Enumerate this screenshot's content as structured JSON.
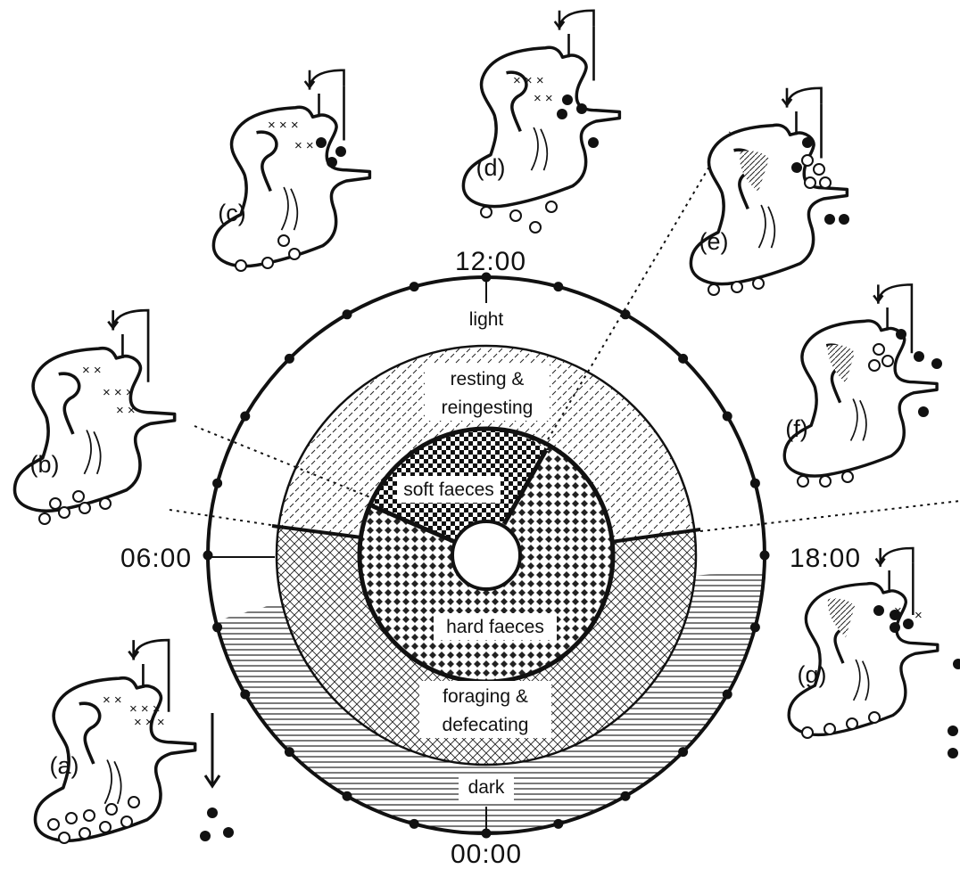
{
  "clock": {
    "times": {
      "top": "12:00",
      "left": "06:00",
      "right": "18:00",
      "bottom": "00:00"
    },
    "period_labels": {
      "light": "light",
      "dark": "dark"
    },
    "behaviour_labels": {
      "resting_line1": "resting &",
      "resting_line2": "reingesting",
      "foraging_line1": "foraging &",
      "foraging_line2": "defecating"
    },
    "faeces_labels": {
      "soft": "soft faeces",
      "hard": "hard faeces"
    }
  },
  "panels": [
    {
      "id": "a",
      "label": "(a)"
    },
    {
      "id": "b",
      "label": "(b)"
    },
    {
      "id": "c",
      "label": "(c)"
    },
    {
      "id": "d",
      "label": "(d)"
    },
    {
      "id": "e",
      "label": "(e)"
    },
    {
      "id": "f",
      "label": "(f)"
    },
    {
      "id": "g",
      "label": "(g)"
    }
  ],
  "colors": {
    "ink": "#111111",
    "paper": "#ffffff"
  }
}
